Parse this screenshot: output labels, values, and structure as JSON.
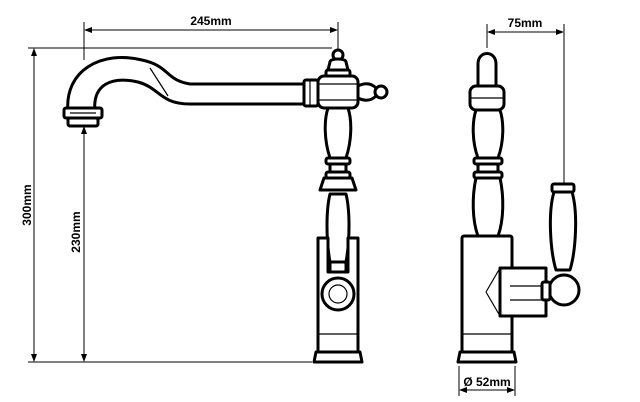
{
  "dimensions": {
    "spout_reach": "245mm",
    "total_height": "300mm",
    "spout_height": "230mm",
    "side_depth": "75mm",
    "base_diameter": "Ø 52mm"
  }
}
